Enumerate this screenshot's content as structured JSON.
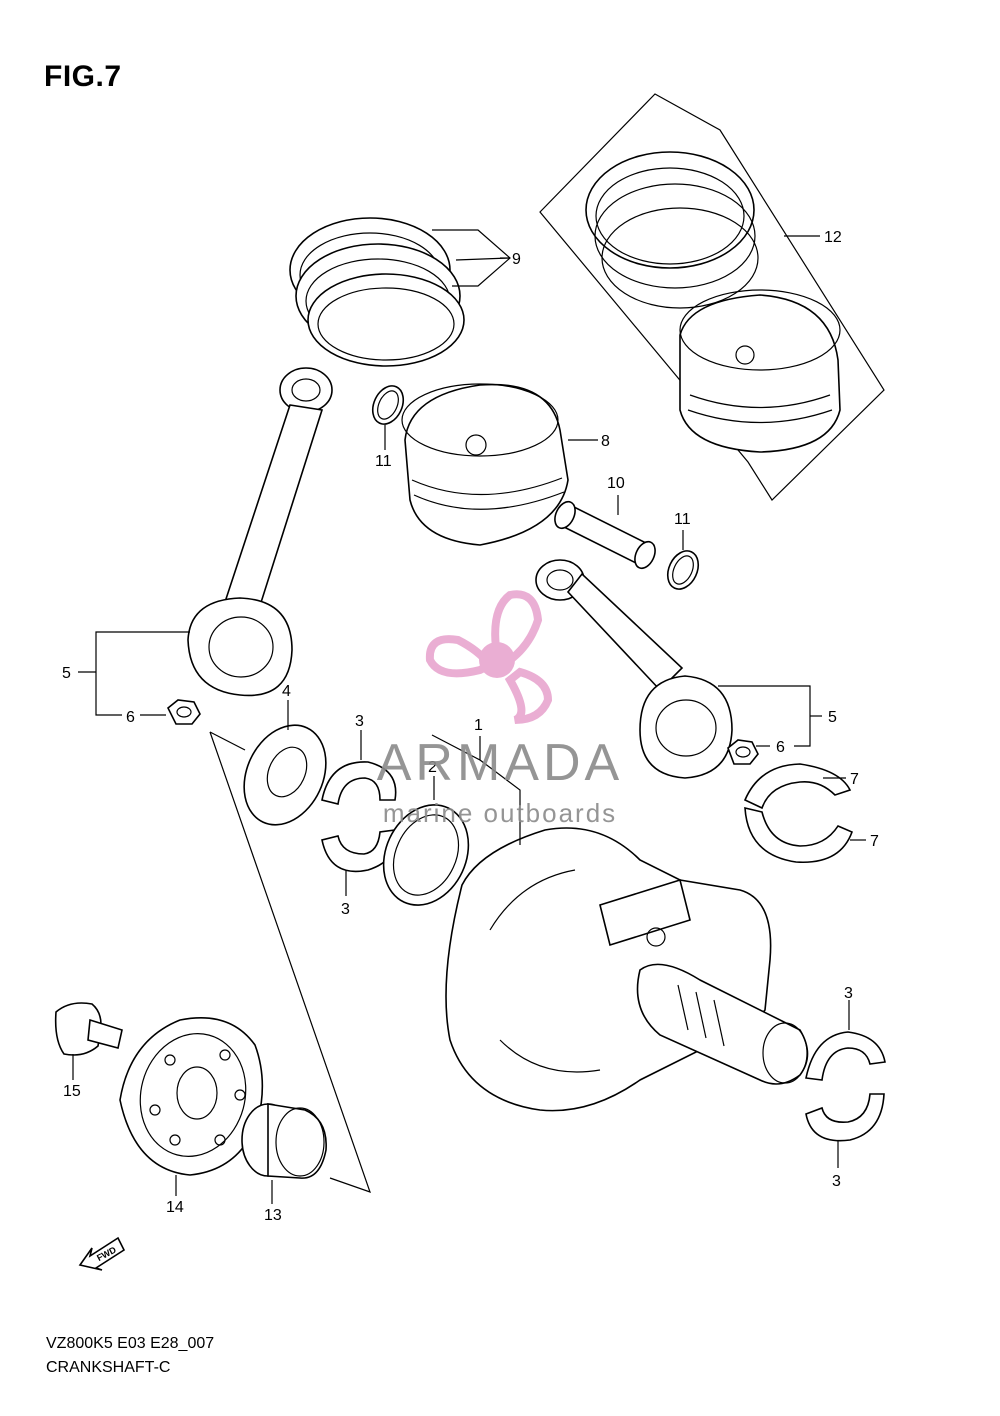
{
  "figure": {
    "title": "FIG.7",
    "code": "VZ800K5 E03 E28_007",
    "name": "CRANKSHAFT-C"
  },
  "watermark": {
    "brand": "ARMADA",
    "tagline": "marine outboards",
    "logo_color": "#e8a6cf",
    "text_color": "#8a8a8a"
  },
  "fwd_label": "FWD",
  "callouts": {
    "c1": "1",
    "c2": "2",
    "c3a": "3",
    "c3b": "3",
    "c3c": "3",
    "c3d": "3",
    "c4": "4",
    "c5a": "5",
    "c5b": "5",
    "c6a": "6",
    "c6b": "6",
    "c7a": "7",
    "c7b": "7",
    "c8": "8",
    "c9": "9",
    "c10": "10",
    "c11a": "11",
    "c11b": "11",
    "c12": "12",
    "c13": "13",
    "c14": "14",
    "c15": "15"
  }
}
